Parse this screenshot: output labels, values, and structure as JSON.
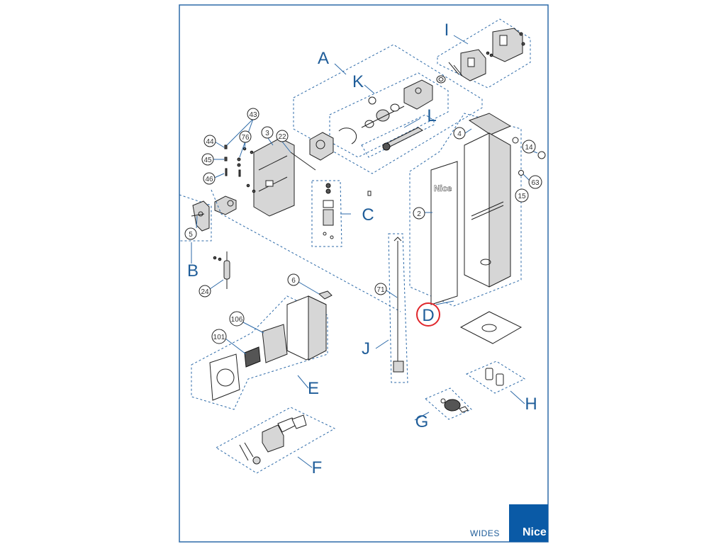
{
  "diagram": {
    "brand_name": "Nice",
    "model_name": "WIDES",
    "highlight_color": "#e0262b",
    "accent_color": "#1f5d99",
    "logo_bg_color": "#0a5aa6",
    "highlighted_group": "D"
  },
  "groups": {
    "A": "A",
    "B": "B",
    "C": "C",
    "D": "D",
    "E": "E",
    "F": "F",
    "G": "G",
    "H": "H",
    "I": "I",
    "J": "J",
    "K": "K",
    "L": "L"
  },
  "part_numbers": {
    "p2": "2",
    "p3": "3",
    "p4": "4",
    "p5": "5",
    "p6": "6",
    "p14": "14",
    "p15": "15",
    "p22": "22",
    "p24": "24",
    "p43": "43",
    "p44": "44",
    "p45": "45",
    "p46": "46",
    "p63": "63",
    "p71": "71",
    "p76": "76",
    "p101": "101",
    "p106": "106"
  },
  "cabinet_brand_text": "Nice"
}
